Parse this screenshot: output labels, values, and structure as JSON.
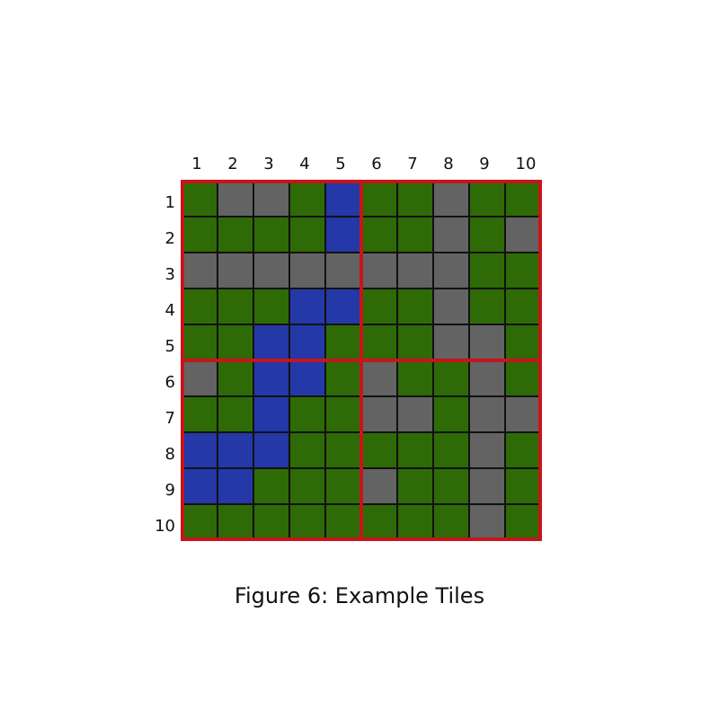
{
  "figure": {
    "caption": "Figure 6: Example Tiles"
  },
  "colors": {
    "G": "#2e6b06",
    "S": "#636363",
    "B": "#2438a8",
    "divider": "#c8141b",
    "gridline": "#111111"
  },
  "tile_legend": {
    "G": "green tile",
    "S": "gray tile",
    "B": "blue tile"
  },
  "grid": {
    "column_labels": [
      "1",
      "2",
      "3",
      "4",
      "5",
      "6",
      "7",
      "8",
      "9",
      "10"
    ],
    "row_labels": [
      "1",
      "2",
      "3",
      "4",
      "5",
      "6",
      "7",
      "8",
      "9",
      "10"
    ],
    "rows": [
      [
        "G",
        "S",
        "S",
        "G",
        "B",
        "G",
        "G",
        "S",
        "G",
        "G"
      ],
      [
        "G",
        "G",
        "G",
        "G",
        "B",
        "G",
        "G",
        "S",
        "G",
        "S"
      ],
      [
        "S",
        "S",
        "S",
        "S",
        "S",
        "S",
        "S",
        "S",
        "G",
        "G"
      ],
      [
        "G",
        "G",
        "G",
        "B",
        "B",
        "G",
        "G",
        "S",
        "G",
        "G"
      ],
      [
        "G",
        "G",
        "B",
        "B",
        "G",
        "G",
        "G",
        "S",
        "S",
        "G"
      ],
      [
        "S",
        "G",
        "B",
        "B",
        "G",
        "S",
        "G",
        "G",
        "S",
        "G"
      ],
      [
        "G",
        "G",
        "B",
        "G",
        "G",
        "S",
        "S",
        "G",
        "S",
        "S"
      ],
      [
        "B",
        "B",
        "B",
        "G",
        "G",
        "G",
        "G",
        "G",
        "S",
        "G"
      ],
      [
        "B",
        "B",
        "G",
        "G",
        "G",
        "S",
        "G",
        "G",
        "S",
        "G"
      ],
      [
        "G",
        "G",
        "G",
        "G",
        "G",
        "G",
        "G",
        "G",
        "S",
        "G"
      ]
    ],
    "quadrant_split": [
      5,
      5
    ]
  }
}
